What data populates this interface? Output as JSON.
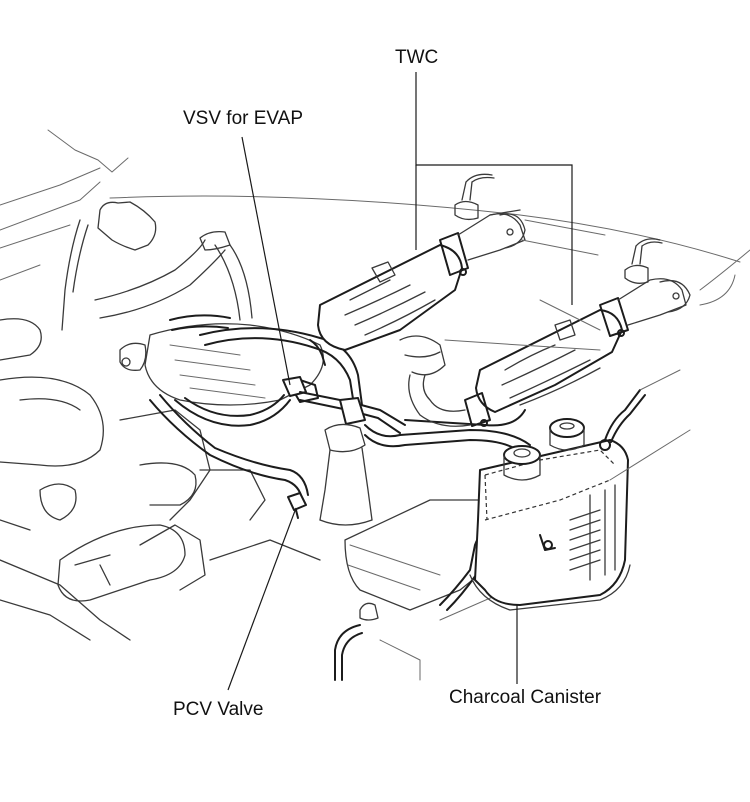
{
  "diagram": {
    "title": "Engine bay emission control component locations",
    "labels": {
      "twc": "TWC",
      "vsv_for_evap": "VSV for EVAP",
      "pcv_valve": "PCV Valve",
      "charcoal_canister": "Charcoal Canister"
    },
    "components": [
      {
        "id": "twc-left",
        "name": "Three-way catalytic converter (left bank)",
        "label_ref": "twc"
      },
      {
        "id": "twc-right",
        "name": "Three-way catalytic converter (right bank)",
        "label_ref": "twc"
      },
      {
        "id": "vsv",
        "name": "Vacuum switching valve for EVAP",
        "label_ref": "vsv_for_evap"
      },
      {
        "id": "pcv",
        "name": "Positive crankcase ventilation valve",
        "label_ref": "pcv_valve"
      },
      {
        "id": "canister",
        "name": "Charcoal canister",
        "label_ref": "charcoal_canister"
      }
    ],
    "colors": {
      "background": "#ffffff",
      "line_art": "#3a3a3a",
      "text": "#111111"
    }
  }
}
